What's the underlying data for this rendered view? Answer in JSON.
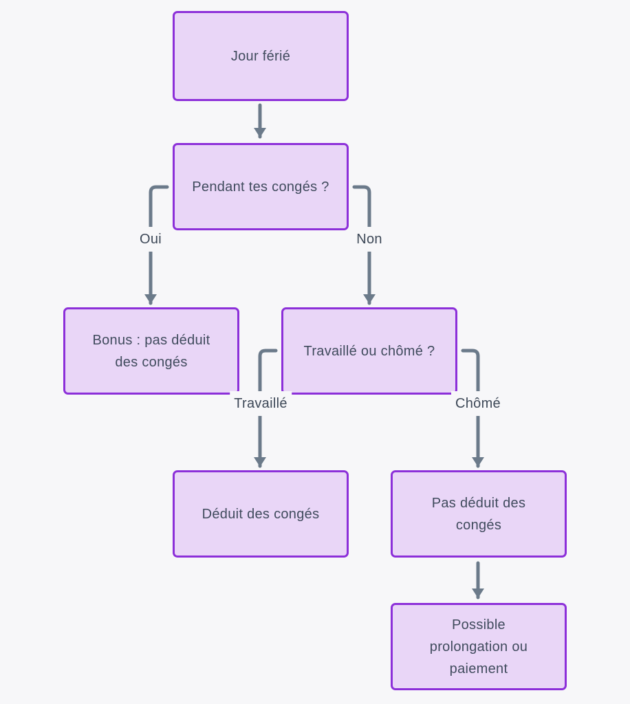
{
  "colors": {
    "page-bg": "#f7f7f9",
    "node-fill": "#e9d6f7",
    "node-border": "#8c2fd9",
    "node-text": "#404b5d",
    "edge-color": "#6b7a8a",
    "edge-label-text": "#3d4857"
  },
  "flowchart": {
    "nodes": [
      {
        "id": "jour-ferie",
        "label": "Jour férié"
      },
      {
        "id": "pendant-conges",
        "label": "Pendant tes congés ?"
      },
      {
        "id": "bonus",
        "label": "Bonus : pas déduit\ndes congés"
      },
      {
        "id": "travaille-chome",
        "label": "Travaillé ou chômé ?"
      },
      {
        "id": "deduit",
        "label": "Déduit des congés"
      },
      {
        "id": "pas-deduit",
        "label": "Pas déduit des\ncongés"
      },
      {
        "id": "prolongation",
        "label": "Possible\nprolongation ou\npaiement"
      }
    ],
    "edge_labels": [
      {
        "id": "oui",
        "label": "Oui"
      },
      {
        "id": "non",
        "label": "Non"
      },
      {
        "id": "travaille",
        "label": "Travaillé"
      },
      {
        "id": "chome",
        "label": "Chômé"
      }
    ]
  }
}
